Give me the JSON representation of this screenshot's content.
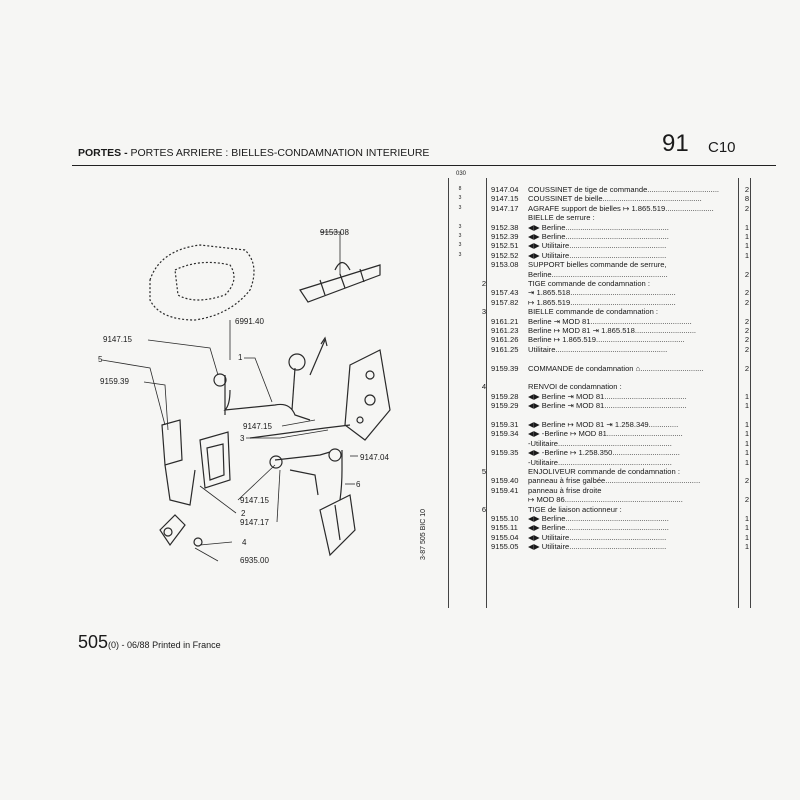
{
  "header": {
    "section": "PORTES -",
    "title": "PORTES ARRIERE : BIELLES-CONDAMNATION INTERIEURE",
    "page_number": "91",
    "page_code": "C10"
  },
  "footer": {
    "model": "505",
    "edition": "(0) - 06/88 Printed in France"
  },
  "side_code": "3-87 505 BIC 10",
  "column_header": "030",
  "rows": [
    {
      "dot": "8",
      "group": "",
      "ref": "9147.04",
      "desc": "COUSSINET de tige de commande..................................",
      "qty": "2"
    },
    {
      "dot": "3",
      "group": "",
      "ref": "9147.15",
      "desc": "COUSSINET de bielle...............................................",
      "qty": "8"
    },
    {
      "dot": "3",
      "group": "",
      "ref": "9147.17",
      "desc": "AGRAFE support de bielles ↦ 1.865.519.......................",
      "qty": "2"
    },
    {
      "dot": "",
      "group": "",
      "ref": "",
      "desc": "BIELLE de serrure :",
      "qty": ""
    },
    {
      "dot": "3",
      "group": "",
      "ref": "9152.38",
      "desc": "◀▶ Berline.................................................",
      "qty": "1"
    },
    {
      "dot": "3",
      "group": "",
      "ref": "9152.39",
      "desc": "◀▶ Berline.................................................",
      "qty": "1"
    },
    {
      "dot": "3",
      "group": "",
      "ref": "9152.51",
      "desc": "◀▶ Utilitaire..............................................",
      "qty": "1"
    },
    {
      "dot": "3",
      "group": "",
      "ref": "9152.52",
      "desc": "◀▶ Utilitaire..............................................",
      "qty": "1"
    },
    {
      "dot": "",
      "group": "",
      "ref": "9153.08",
      "desc": "SUPPORT bielles commande de serrure,",
      "qty": ""
    },
    {
      "dot": "",
      "group": "",
      "ref": "",
      "desc": "Berline.......................................................",
      "qty": "2"
    },
    {
      "dot": "",
      "group": "2",
      "ref": "",
      "desc": "TIGE commande de condamnation :",
      "qty": ""
    },
    {
      "dot": "",
      "group": "",
      "ref": "9157.43",
      "desc": "⇥ 1.865.518..................................................",
      "qty": "2"
    },
    {
      "dot": "",
      "group": "",
      "ref": "9157.82",
      "desc": "↦ 1.865.519..................................................",
      "qty": "2"
    },
    {
      "dot": "",
      "group": "3",
      "ref": "",
      "desc": "BIELLE commande de condamnation :",
      "qty": ""
    },
    {
      "dot": "",
      "group": "",
      "ref": "9161.21",
      "desc": "Berline ⇥ MOD 81................................................",
      "qty": "2"
    },
    {
      "dot": "",
      "group": "",
      "ref": "9161.23",
      "desc": "Berline ↦ MOD 81 ⇥ 1.865.518.............................",
      "qty": "2"
    },
    {
      "dot": "",
      "group": "",
      "ref": "9161.26",
      "desc": "Berline ↦ 1.865.519..........................................",
      "qty": "2"
    },
    {
      "dot": "",
      "group": "",
      "ref": "9161.25",
      "desc": "Utilitaire.....................................................",
      "qty": "2"
    },
    {
      "dot": "",
      "group": "",
      "ref": "",
      "desc": "",
      "qty": ""
    },
    {
      "dot": "",
      "group": "",
      "ref": "9159.39",
      "desc": "COMMANDE de condamnation ⌂..............................",
      "qty": "2"
    },
    {
      "dot": "",
      "group": "",
      "ref": "",
      "desc": "",
      "qty": ""
    },
    {
      "dot": "",
      "group": "4",
      "ref": "",
      "desc": "RENVOI de condamnation :",
      "qty": ""
    },
    {
      "dot": "",
      "group": "",
      "ref": "9159.28",
      "desc": "◀▶ Berline ⇥ MOD 81.......................................",
      "qty": "1"
    },
    {
      "dot": "",
      "group": "",
      "ref": "9159.29",
      "desc": "◀▶ Berline ⇥ MOD 81.......................................",
      "qty": "1"
    },
    {
      "dot": "",
      "group": "",
      "ref": "",
      "desc": "",
      "qty": ""
    },
    {
      "dot": "",
      "group": "",
      "ref": "9159.31",
      "desc": "◀▶ Berline ↦ MOD 81 ⇥ 1.258.349..............",
      "qty": "1"
    },
    {
      "dot": "",
      "group": "",
      "ref": "9159.34",
      "desc": "◀▶ -Berline ↦ MOD 81....................................",
      "qty": "1"
    },
    {
      "dot": "",
      "group": "",
      "ref": "",
      "desc": "-Utilitaire......................................................",
      "qty": "1"
    },
    {
      "dot": "",
      "group": "",
      "ref": "9159.35",
      "desc": "◀▶ -Berline ↦ 1.258.350................................",
      "qty": "1"
    },
    {
      "dot": "",
      "group": "",
      "ref": "",
      "desc": "-Utilitaire......................................................",
      "qty": "1"
    },
    {
      "dot": "",
      "group": "5",
      "ref": "",
      "desc": "ENJOLIVEUR commande de condamnation :",
      "qty": ""
    },
    {
      "dot": "",
      "group": "",
      "ref": "9159.40",
      "desc": "panneau à frise galbée.............................................",
      "qty": "2"
    },
    {
      "dot": "",
      "group": "",
      "ref": "9159.41",
      "desc": "panneau à frise droite",
      "qty": ""
    },
    {
      "dot": "",
      "group": "",
      "ref": "",
      "desc": "↦ MOD 86........................................................",
      "qty": "2"
    },
    {
      "dot": "",
      "group": "6",
      "ref": "",
      "desc": "TIGE de liaison actionneur :",
      "qty": ""
    },
    {
      "dot": "",
      "group": "",
      "ref": "9155.10",
      "desc": "◀▶ Berline.................................................",
      "qty": "1"
    },
    {
      "dot": "",
      "group": "",
      "ref": "9155.11",
      "desc": "◀▶ Berline.................................................",
      "qty": "1"
    },
    {
      "dot": "",
      "group": "",
      "ref": "9155.04",
      "desc": "◀▶ Utilitaire..............................................",
      "qty": "1"
    },
    {
      "dot": "",
      "group": "",
      "ref": "9155.05",
      "desc": "◀▶ Utilitaire..............................................",
      "qty": "1"
    }
  ],
  "diagram_labels": [
    {
      "id": "lbl-9153-08",
      "text": "9153.08"
    },
    {
      "id": "lbl-6991-40",
      "text": "6991.40"
    },
    {
      "id": "lbl-9147-15-a",
      "text": "9147.15"
    },
    {
      "id": "lbl-5",
      "text": "5"
    },
    {
      "id": "lbl-9159-39",
      "text": "9159.39"
    },
    {
      "id": "lbl-1",
      "text": "1"
    },
    {
      "id": "lbl-9147-15-b",
      "text": "9147.15"
    },
    {
      "id": "lbl-3",
      "text": "3"
    },
    {
      "id": "lbl-9147-04",
      "text": "9147.04"
    },
    {
      "id": "lbl-6",
      "text": "6"
    },
    {
      "id": "lbl-9147-15-c",
      "text": "9147.15"
    },
    {
      "id": "lbl-2",
      "text": "2"
    },
    {
      "id": "lbl-9147-17",
      "text": "9147.17"
    },
    {
      "id": "lbl-4",
      "text": "4"
    },
    {
      "id": "lbl-6935-00",
      "text": "6935.00"
    }
  ]
}
